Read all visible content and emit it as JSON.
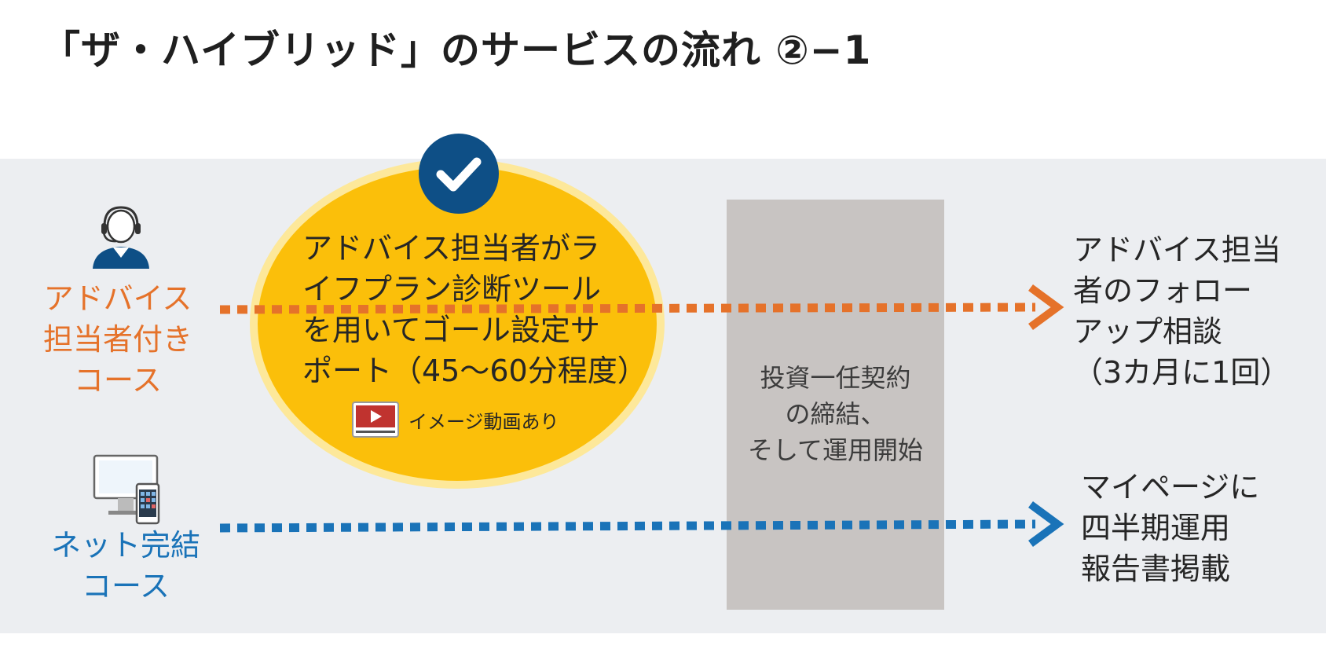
{
  "title": "「ザ・ハイブリッド」のサービスの流れ ②−1",
  "courses": {
    "advisor": "アドバイス\n担当者付き\nコース",
    "net": "ネット完結\nコース"
  },
  "advice_step": {
    "text": "アドバイス担当者がラ\nイフプラン診断ツール\nを用いてゴール設定サ\nポート（45〜60分程度）",
    "video_label": "イメージ動画あり"
  },
  "contract": {
    "text": "投資一任契約\nの締結、\nそして運用開始"
  },
  "outcomes": {
    "advisor": "アドバイス担当\n者のフォロー\nアップ相談\n（3カ月に1回）",
    "net": "マイページに\n四半期運用\n報告書掲載"
  },
  "colors": {
    "advisor_accent": "#e5722a",
    "net_accent": "#1a73b8",
    "ellipse_fill": "#fbbf0a",
    "check_badge": "#0e4f86",
    "contract_box": "#c8c4c2",
    "band": "#eceef1"
  },
  "icons": {
    "advisor": "headset-operator-icon",
    "net": "desktop-and-phone-icon",
    "check": "checkmark-icon",
    "video": "video-play-icon"
  }
}
